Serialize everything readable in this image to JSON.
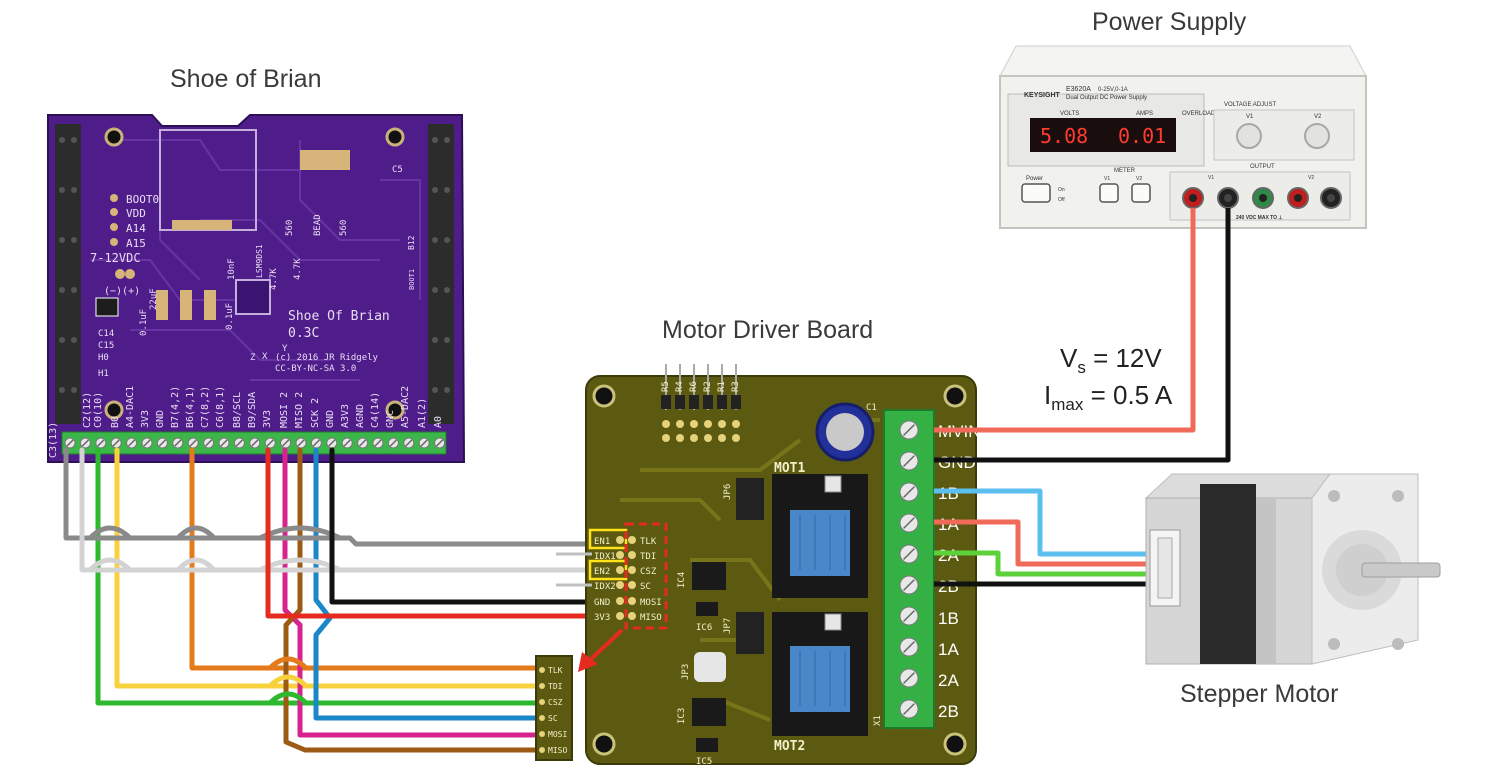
{
  "titles": {
    "shoe": "Shoe of Brian",
    "power_supply": "Power Supply",
    "motor_driver": "Motor Driver Board",
    "stepper": "Stepper Motor"
  },
  "supply_specs": {
    "vs_symbol": "V",
    "vs_sub": "s",
    "vs_value": " = 12V",
    "imax_symbol": "I",
    "imax_sub": "max",
    "imax_value": " = 0.5 A"
  },
  "shoe_board": {
    "silkscreen_title": "Shoe Of Brian",
    "version": "0.3C",
    "copyright": "(c) 2016 JR Ridgely",
    "license": "CC-BY-NC-SA 3.0",
    "boot_labels": [
      "BOOT0",
      "VDD",
      "A14",
      "A15"
    ],
    "supply_label": "7-12VDC",
    "polarity": "(−)(+)",
    "left_labels": [
      "C14",
      "C15",
      "H0",
      "H1"
    ],
    "bottom_pins": [
      "C3(13)",
      "C2(12)",
      "C0(10)",
      "B0",
      "A4-DAC1",
      "3V3",
      "GND",
      "B7(4,2)",
      "B6(4,1)",
      "C7(8,2)",
      "C6(8,1)",
      "B8/SCL",
      "B9/SDA",
      "3V3",
      "MOSI 2",
      "MISO 2",
      "SCK 2",
      "GND",
      "A3V3",
      "AGND",
      "C4(14)",
      "GNC",
      "A5-DAC2",
      "A1(2)",
      "A0"
    ],
    "misc_labels": [
      "C5",
      "560",
      "BEAD",
      "560",
      "4.7K",
      "4.7K",
      "10nF",
      "LSM9DS1",
      "22uF",
      "0.1uF",
      "0.1uF",
      "B12",
      "BOOT1",
      "X",
      "Z",
      "Y"
    ]
  },
  "power_supply": {
    "brand": "KEYSIGHT",
    "model": "E3620A",
    "model_desc": "0-25V,0-1A",
    "subtitle": "Dual Output DC Power Supply",
    "volts_label": "VOLTS",
    "amps_label": "AMPS",
    "overload_label": "OVERLOAD",
    "volts_value": "5.08",
    "amps_value": "0.01",
    "v1": "V1",
    "v2": "V2",
    "voltage_adjust": "VOLTAGE ADJUST",
    "meter": "METER",
    "power": "Power",
    "on": "On",
    "off": "Off",
    "output": "OUTPUT",
    "output_note": "240 VDC MAX TO ⊥"
  },
  "motor_board": {
    "resistors": [
      "R5",
      "R4",
      "R6",
      "R2",
      "R1",
      "R3"
    ],
    "cap": "C1",
    "chip_labels": [
      "MOT1",
      "MOT2"
    ],
    "jumpers": [
      "JP6",
      "JP7",
      "JP3"
    ],
    "ics": [
      "IC4",
      "IC6",
      "IC3",
      "IC5"
    ],
    "x1": "X1",
    "header_left": [
      "EN1",
      "IDX1",
      "EN2",
      "IDX2",
      "GND",
      "3V3"
    ],
    "header_right": [
      "TLK",
      "TDI",
      "CSZ",
      "SC",
      "MOSI",
      "MISO"
    ],
    "terminal_labels": [
      "MVIN",
      "GND",
      "1B",
      "1A",
      "2A",
      "2B",
      "1B",
      "1A",
      "2A",
      "2B"
    ],
    "bottom_connector": [
      "TLK",
      "TDI",
      "CSZ",
      "SC",
      "MOSI",
      "MISO"
    ]
  },
  "colors": {
    "shoe_pcb": "#4f1d8a",
    "driver_pcb": "#5c5a10",
    "terminal_block": "#35b045",
    "wire_gray": "#8a8a8a",
    "wire_lightgray": "#d3d3d3",
    "wire_green": "#2db82d",
    "wire_yellow": "#f7d23c",
    "wire_orange": "#e57a1a",
    "wire_red": "#e52b1f",
    "wire_magenta": "#d6238e",
    "wire_brown": "#9c5a14",
    "wire_blue": "#1b86c8",
    "wire_black": "#111111",
    "wire_salmon": "#f06a5a",
    "wire_skyblue": "#5bc0f0",
    "wire_lime": "#5cd13a"
  }
}
